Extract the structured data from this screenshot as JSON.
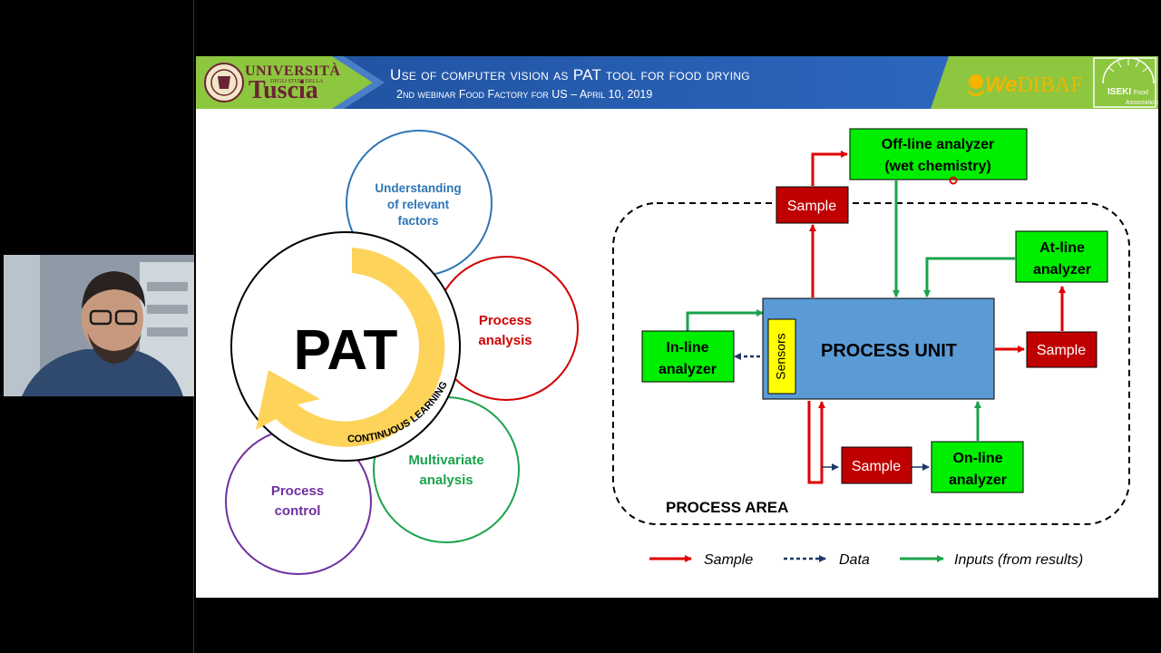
{
  "header": {
    "university_line1": "UNIVERSITÀ",
    "university_line2": "DEGLI STUDI DELLA",
    "university_line3": "Tuscia",
    "title": "Use of computer vision as PAT tool for food drying",
    "subtitle": "2nd webinar Food Factory for US – April 10, 2019",
    "logo_wedibaf_we": "We",
    "logo_wedibaf_dibaf": "DIBAF",
    "logo_iseki_line1": "ISEKI",
    "logo_iseki_food": "Food",
    "logo_iseki_line2": "Association"
  },
  "pat": {
    "center_label": "PAT",
    "understanding": [
      "Understanding",
      "of relevant",
      "factors"
    ],
    "process_analysis": [
      "Process",
      "analysis"
    ],
    "multivariate_analysis": [
      "Multivariate",
      "analysis"
    ],
    "process_control": [
      "Process",
      "control"
    ],
    "continuous_learning": "CONTINUOUS LEARNING"
  },
  "flow": {
    "offline_analyzer": [
      "Off-line analyzer",
      "(wet chemistry)"
    ],
    "atline_analyzer": [
      "At-line",
      "analyzer"
    ],
    "inline_analyzer": [
      "In-line",
      "analyzer"
    ],
    "online_analyzer": [
      "On-line",
      "analyzer"
    ],
    "sample_label": "Sample",
    "sensors_label": "Sensors",
    "process_unit_label": "PROCESS UNIT",
    "process_area_label": "PROCESS AREA"
  },
  "legend": {
    "sample": "Sample",
    "data": "Data",
    "inputs": "Inputs (from results)"
  },
  "colors": {
    "sample_red": "#e00000",
    "input_green": "#1aa34a",
    "data_navy": "#1f3864",
    "box_green": "#00ee00",
    "sample_box": "#c00000",
    "process_unit_blue": "#5b9bd5",
    "sensors_yellow": "#ffff00",
    "arc_yellow": "#fdd35a"
  }
}
